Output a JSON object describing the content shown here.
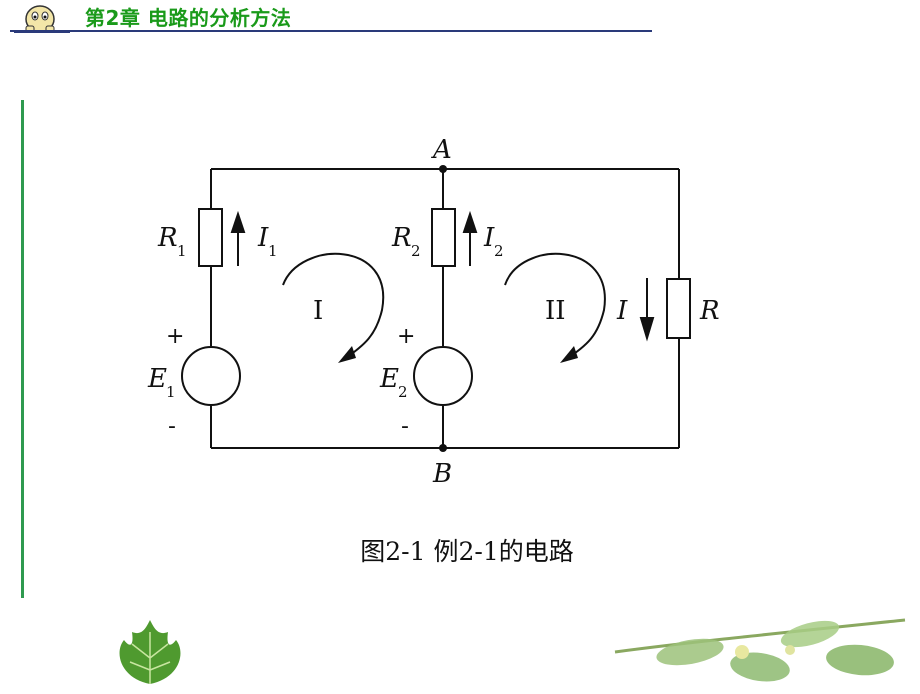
{
  "header": {
    "title": "第2章  电路的分析方法"
  },
  "figure": {
    "caption": "图2-1 例2-1的电路",
    "labels": {
      "node_a": "A",
      "node_b": "B",
      "r1_letter": "R",
      "r1_sub": "1",
      "r2_letter": "R",
      "r2_sub": "2",
      "r_label": "R",
      "i1_letter": "I",
      "i1_sub": "1",
      "i2_letter": "I",
      "i2_sub": "2",
      "i_label": "I",
      "e1_letter": "E",
      "e1_sub": "1",
      "e2_letter": "E",
      "e2_sub": "2",
      "loop1": "I",
      "loop2": "II",
      "plus_1": "+",
      "minus_1": "-",
      "plus_2": "+",
      "minus_2": "-"
    }
  },
  "colors": {
    "header_text": "#1a9a1a",
    "header_line": "#2a3a7a",
    "side_bar": "#2f9a4f"
  }
}
